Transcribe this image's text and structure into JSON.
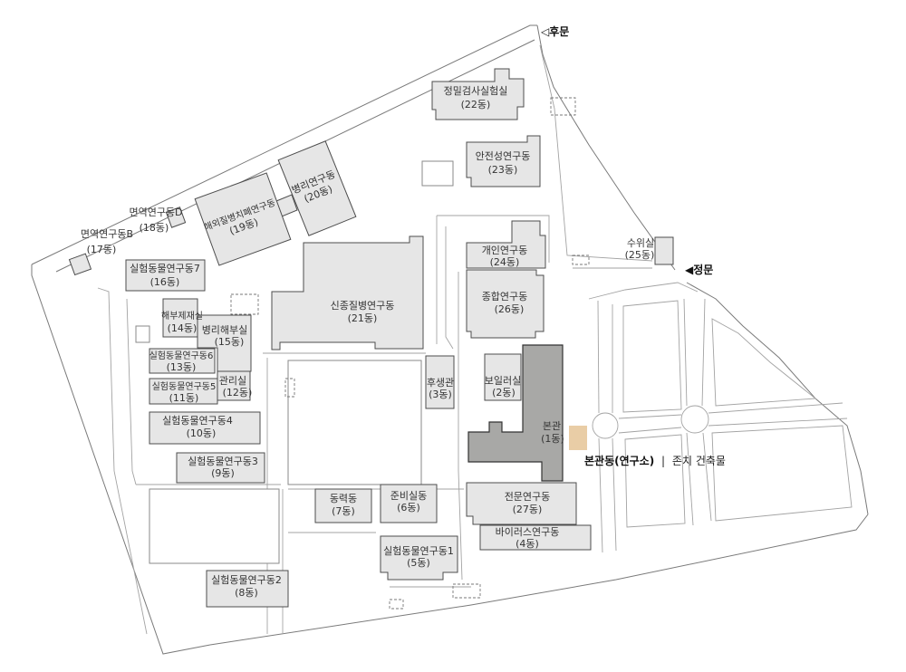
{
  "gates": {
    "back_gate": "◁후문",
    "main_gate": "◀정문"
  },
  "buildings": [
    {
      "name": "정밀검사실험실",
      "number": "(22동)"
    },
    {
      "name": "안전성연구동",
      "number": "(23동)"
    },
    {
      "name": "병리연구동",
      "number": "(20동)"
    },
    {
      "name": "해외질병치폐연구동",
      "number": "(19동)"
    },
    {
      "name": "면역연구동B",
      "number": "(17동)"
    },
    {
      "name": "면역연구동D",
      "number": "(18동)"
    },
    {
      "name": "실험동물연구동7",
      "number": "(16동)"
    },
    {
      "name": "해부제재실",
      "number": "(14동)"
    },
    {
      "name": "병리해부실",
      "number": "(15동)"
    },
    {
      "name": "실험동물연구동6",
      "number": "(13동)"
    },
    {
      "name": "실험동물연구동5",
      "number": "(11동)"
    },
    {
      "name": "관리실",
      "number": "(12동)"
    },
    {
      "name": "실험동물연구동4",
      "number": "(10동)"
    },
    {
      "name": "실험동물연구동3",
      "number": "(9동)"
    },
    {
      "name": "실험동물연구동2",
      "number": "(8동)"
    },
    {
      "name": "신종질병연구동",
      "number": "(21동)"
    },
    {
      "name": "개인연구동",
      "number": "(24동)"
    },
    {
      "name": "수위실",
      "number": "(25동)"
    },
    {
      "name": "종합연구동",
      "number": "(26동)"
    },
    {
      "name": "후생관",
      "number": "(3동)"
    },
    {
      "name": "보일러실",
      "number": "(2동)"
    },
    {
      "name": "본관",
      "number": "(1동)"
    },
    {
      "name": "동력동",
      "number": "(7동)"
    },
    {
      "name": "준비실동",
      "number": "(6동)"
    },
    {
      "name": "실험동물연구동1",
      "number": "(5동)"
    },
    {
      "name": "전문연구동",
      "number": "(27동)"
    },
    {
      "name": "바이러스연구동",
      "number": "(4동)"
    }
  ],
  "legend": {
    "highlight": "본관동(연구소)",
    "separator": "|",
    "label": "존치 건축물"
  },
  "colors": {
    "building_fill": "#e6e6e6",
    "main_building_fill": "#a8a8a6",
    "retained_accent": "#e9cda6",
    "outline": "#4d4d4d"
  }
}
